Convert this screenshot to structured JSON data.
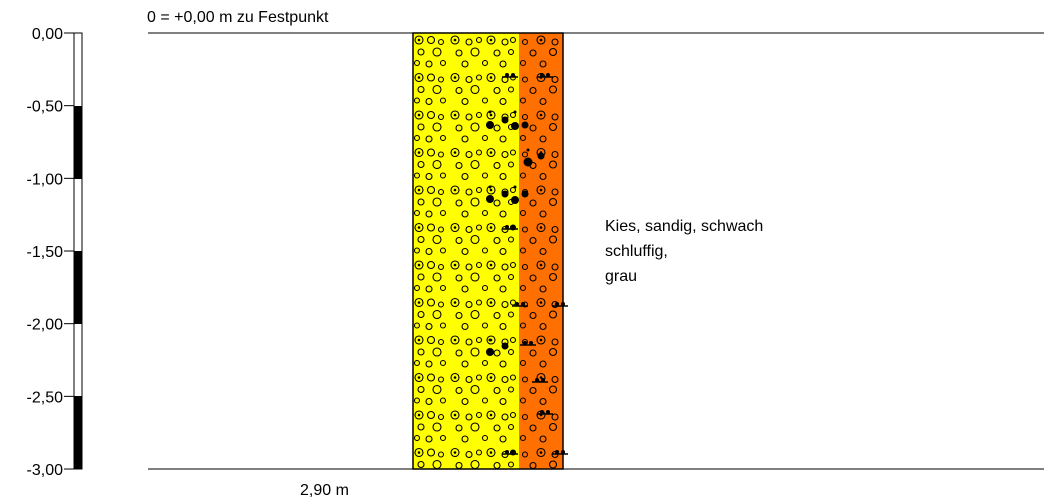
{
  "reference_label": "0 = +0,00 m zu Festpunkt",
  "depth_label": "2,90 m",
  "scale": {
    "ticks": [
      "0,00",
      "-0,50",
      "-1,00",
      "-1,50",
      "-2,00",
      "-2,50",
      "-3,00"
    ]
  },
  "layer": {
    "description_lines": [
      "Kies, sandig, schwach",
      "schluffig,",
      "grau"
    ],
    "colors": {
      "main": "#ffff00",
      "secondary": "#ff7000"
    },
    "icon": "gravel-sand-silt-pattern"
  }
}
